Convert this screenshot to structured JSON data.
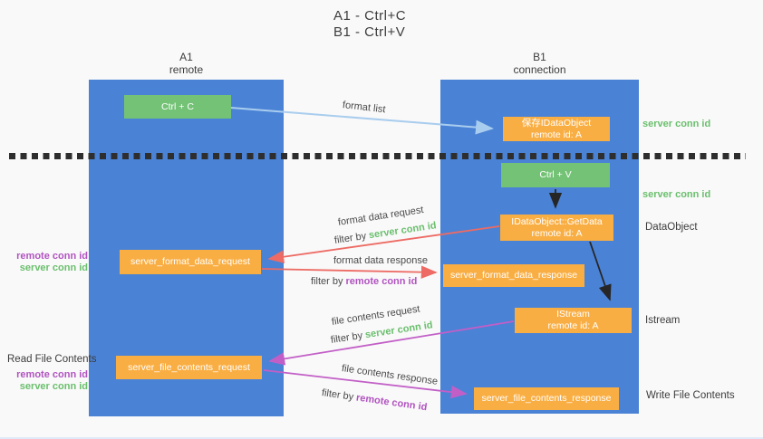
{
  "title": {
    "line1": "A1 - Ctrl+C",
    "line2": "B1 - Ctrl+V"
  },
  "lanes": {
    "a": {
      "title": "A1",
      "subtitle": "remote"
    },
    "b": {
      "title": "B1",
      "subtitle": "connection"
    }
  },
  "nodes": {
    "ctrl_c": {
      "label": "Ctrl + C"
    },
    "ctrl_v": {
      "label": "Ctrl + V"
    },
    "save_dataobject": {
      "line1": "保存IDataObject",
      "line2": "remote id: A"
    },
    "getdata": {
      "line1": "IDataObject::GetData",
      "line2": "remote id: A"
    },
    "istream": {
      "line1": "IStream",
      "line2": "remote id: A"
    },
    "format_request": {
      "label": "server_format_data_request"
    },
    "format_response": {
      "label": "server_format_data_response"
    },
    "file_request": {
      "label": "server_file_contents_request"
    },
    "file_response": {
      "label": "server_file_contents_response"
    }
  },
  "arrow_labels": {
    "format_list": "format list",
    "format_data_request": "format data request",
    "format_data_response": "format data response",
    "file_contents_request": "file contents request",
    "file_contents_response": "file contents response",
    "filter_by": "filter by",
    "server_conn_id": "server conn id",
    "remote_conn_id": "remote conn id"
  },
  "side_annotations": {
    "server_conn_id_top": "server conn id",
    "server_conn_id_mid": "server conn id",
    "dataobject": "DataObject",
    "istream": "Istream",
    "read_file_contents": "Read File Contents",
    "write_file_contents": "Write File Contents",
    "format_ids": {
      "remote": "remote conn id",
      "server": "server conn id"
    },
    "file_ids": {
      "remote": "remote conn id",
      "server": "server conn id"
    }
  },
  "colors": {
    "lane_blue": "#4a82d5",
    "node_orange": "#f9ae43",
    "node_green": "#74c276",
    "arrow_blue": "#a9cdee",
    "arrow_red": "#ed6b64",
    "arrow_magenta": "#c25fc7",
    "arrow_black": "#262626",
    "text_green": "#6abf6d",
    "text_purple": "#b153c0",
    "text_dark": "#3d3d3d"
  }
}
